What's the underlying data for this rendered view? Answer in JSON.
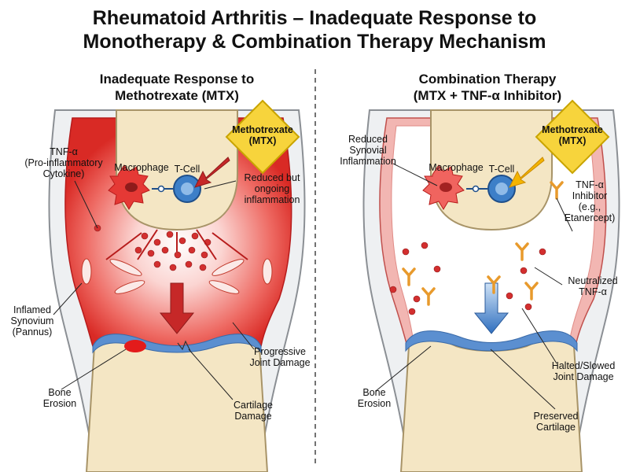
{
  "title_line1": "Rheumatoid Arthritis – Inadequate Response to",
  "title_line2": "Monotherapy & Combination Therapy Mechanism",
  "left": {
    "title_line1": "Inadequate Response to",
    "title_line2": "Methotrexate (MTX)",
    "drug_line1": "Methotrexate",
    "drug_line2": "(MTX)",
    "tnf_line1": "TNF-α",
    "tnf_line2": "(Pro-inflammatory",
    "tnf_line3": "Cytokine)",
    "macrophage": "Macrophage",
    "tcell": "T-Cell",
    "reduced_line1": "Reduced but",
    "reduced_line2": "ongoing",
    "reduced_line3": "inflammation",
    "synovium_line1": "Inflamed",
    "synovium_line2": "Synovium",
    "synovium_line3": "(Pannus)",
    "progressive_line1": "Progressive",
    "progressive_line2": "Joint Damage",
    "bone_line1": "Bone",
    "bone_line2": "Erosion",
    "cartilage_line1": "Cartilage",
    "cartilage_line2": "Damage"
  },
  "right": {
    "title_line1": "Combination Therapy",
    "title_line2": "(MTX + TNF-α Inhibitor)",
    "drug_line1": "Methotrexate",
    "drug_line2": "(MTX)",
    "reduced_line1": "Reduced",
    "reduced_line2": "Synovial",
    "reduced_line3": "Inflammation",
    "macrophage": "Macrophage",
    "tcell": "T-Cell",
    "inhibitor_line1": "TNF-α",
    "inhibitor_line2": "Inhibitor",
    "inhibitor_line3": "(e.g.,",
    "inhibitor_line4": "Etanercept)",
    "neutralized_line1": "Neutralized",
    "neutralized_line2": "TNF-α",
    "halted_line1": "Halted/Slowed",
    "halted_line2": "Joint Damage",
    "bone_line1": "Bone",
    "bone_line2": "Erosion",
    "preserved_line1": "Preserved",
    "preserved_line2": "Cartilage"
  },
  "colors": {
    "bone": "#f4e6c4",
    "bone_outline": "#a89468",
    "inflamed": "#e53935",
    "cartilage": "#5b8fd0",
    "drug_box": "#f7d43c",
    "antibody": "#e89a2c",
    "tcell": "#3d7fc8"
  }
}
